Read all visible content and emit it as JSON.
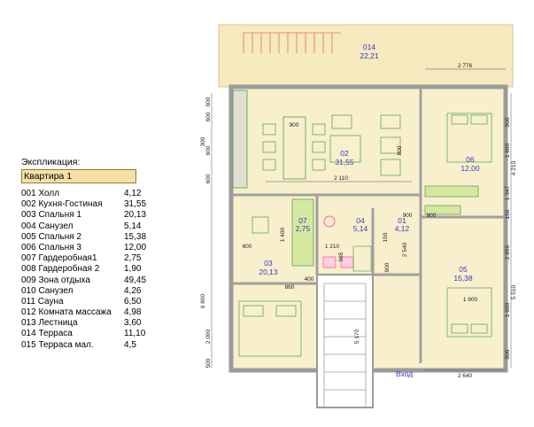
{
  "legend": {
    "title": "Экспликация:",
    "apartment": "Квартира 1",
    "rooms": [
      {
        "name": "001 Холл",
        "area": "4,12"
      },
      {
        "name": "002 Кухня-Гостиная",
        "area": "31,55"
      },
      {
        "name": "003 Спальня 1",
        "area": "20,13"
      },
      {
        "name": "004 Санузел",
        "area": "5,14"
      },
      {
        "name": "005 Спальня 2",
        "area": "15,38"
      },
      {
        "name": "006 Спальня 3",
        "area": "12,00"
      },
      {
        "name": "007 Гардеробная1",
        "area": "2,75"
      },
      {
        "name": "008 Гардеробная 2",
        "area": "1,90"
      },
      {
        "name": "009 Зона отдыха",
        "area": "49,45"
      },
      {
        "name": "010 Санузел",
        "area": "4,26"
      },
      {
        "name": "011 Сауна",
        "area": "6,50"
      },
      {
        "name": "012 Комната массажа",
        "area": "4,98"
      },
      {
        "name": "013 Лестница",
        "area": "3,60"
      },
      {
        "name": "014 Терраса",
        "area": "11,10"
      },
      {
        "name": "015 Терраса мал.",
        "area": "4,5"
      }
    ]
  },
  "plan": {
    "room_labels": {
      "terrace": {
        "num": "014",
        "area": "22,21"
      },
      "kitchen": {
        "num": "02",
        "area": "31,55"
      },
      "bed3": {
        "num": "06",
        "area": "12,00"
      },
      "ward1": {
        "num": "07",
        "area": "2,75"
      },
      "bath": {
        "num": "04",
        "area": "5,14"
      },
      "hall": {
        "num": "01",
        "area": "4,12"
      },
      "bed1": {
        "num": "03",
        "area": "20,13"
      },
      "bed2": {
        "num": "05",
        "area": "15,38"
      }
    },
    "entrance": "Вход",
    "dims": {
      "d2776": "2 776",
      "d900a": "900",
      "d800": "800",
      "d2110": "2 110",
      "d900b": "900",
      "d900c": "900",
      "d1210": "1 210",
      "d985": "985",
      "d1400": "1 400",
      "d600": "600",
      "d400": "400",
      "d860": "860",
      "d150": "150",
      "d2540": "2 540",
      "d900d": "900",
      "d1900": "1 900",
      "d2640": "2 640",
      "d5170": "5 170",
      "dl300": "300",
      "dl600a": "600",
      "dl600b": "600",
      "dl600c": "600",
      "dl600d": "600",
      "dl6800": "6 800",
      "dl2000": "2 000",
      "dl500": "500",
      "dr500a": "500",
      "dr1600a": "1 600",
      "dr4210": "4 210",
      "dr1347": "1 347",
      "dr150": "150",
      "dr2896": "2 896",
      "dr5510": "5 510",
      "dr1600b": "1 600",
      "dr500b": "500"
    }
  }
}
